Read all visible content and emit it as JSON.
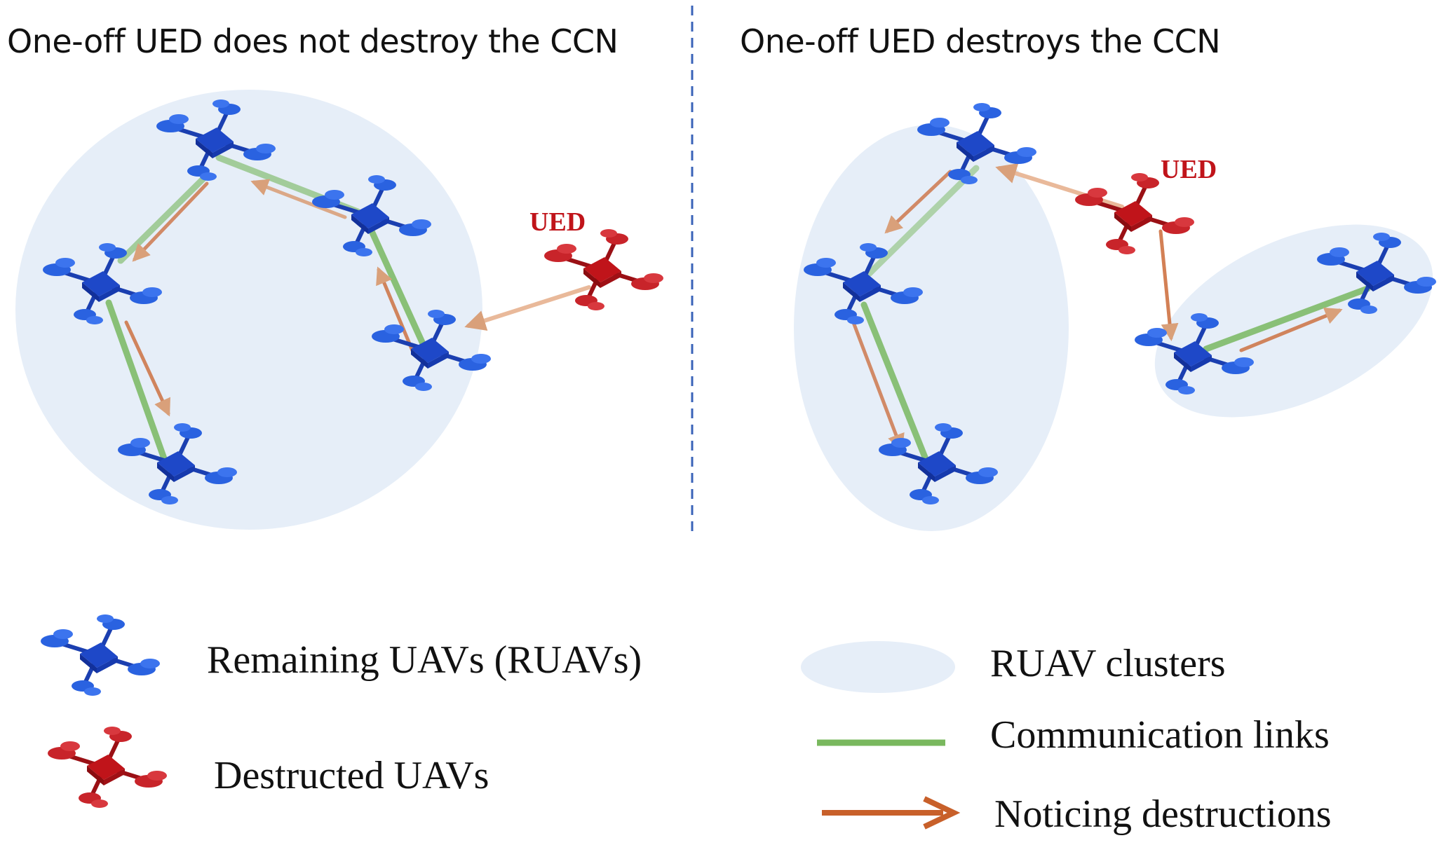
{
  "panels": {
    "left_title": "One-off UED does not destroy the CCN",
    "right_title": "One-off UED destroys the CCN",
    "left_ued_label": "UED",
    "right_ued_label": "UED"
  },
  "legend": {
    "remaining": "Remaining UAVs (RUAVs)",
    "destructed": "Destructed UAVs",
    "clusters": "RUAV clusters",
    "links": "Communication links",
    "noticing": "Noticing destructions"
  },
  "colors": {
    "cluster_fill": "#e6eef8",
    "link_green": "#6ab04c",
    "notice_orange": "#c8602a",
    "ruav_blue": "#1f4fd0",
    "destructed_red": "#c0141a",
    "divider": "#3a63b8"
  }
}
